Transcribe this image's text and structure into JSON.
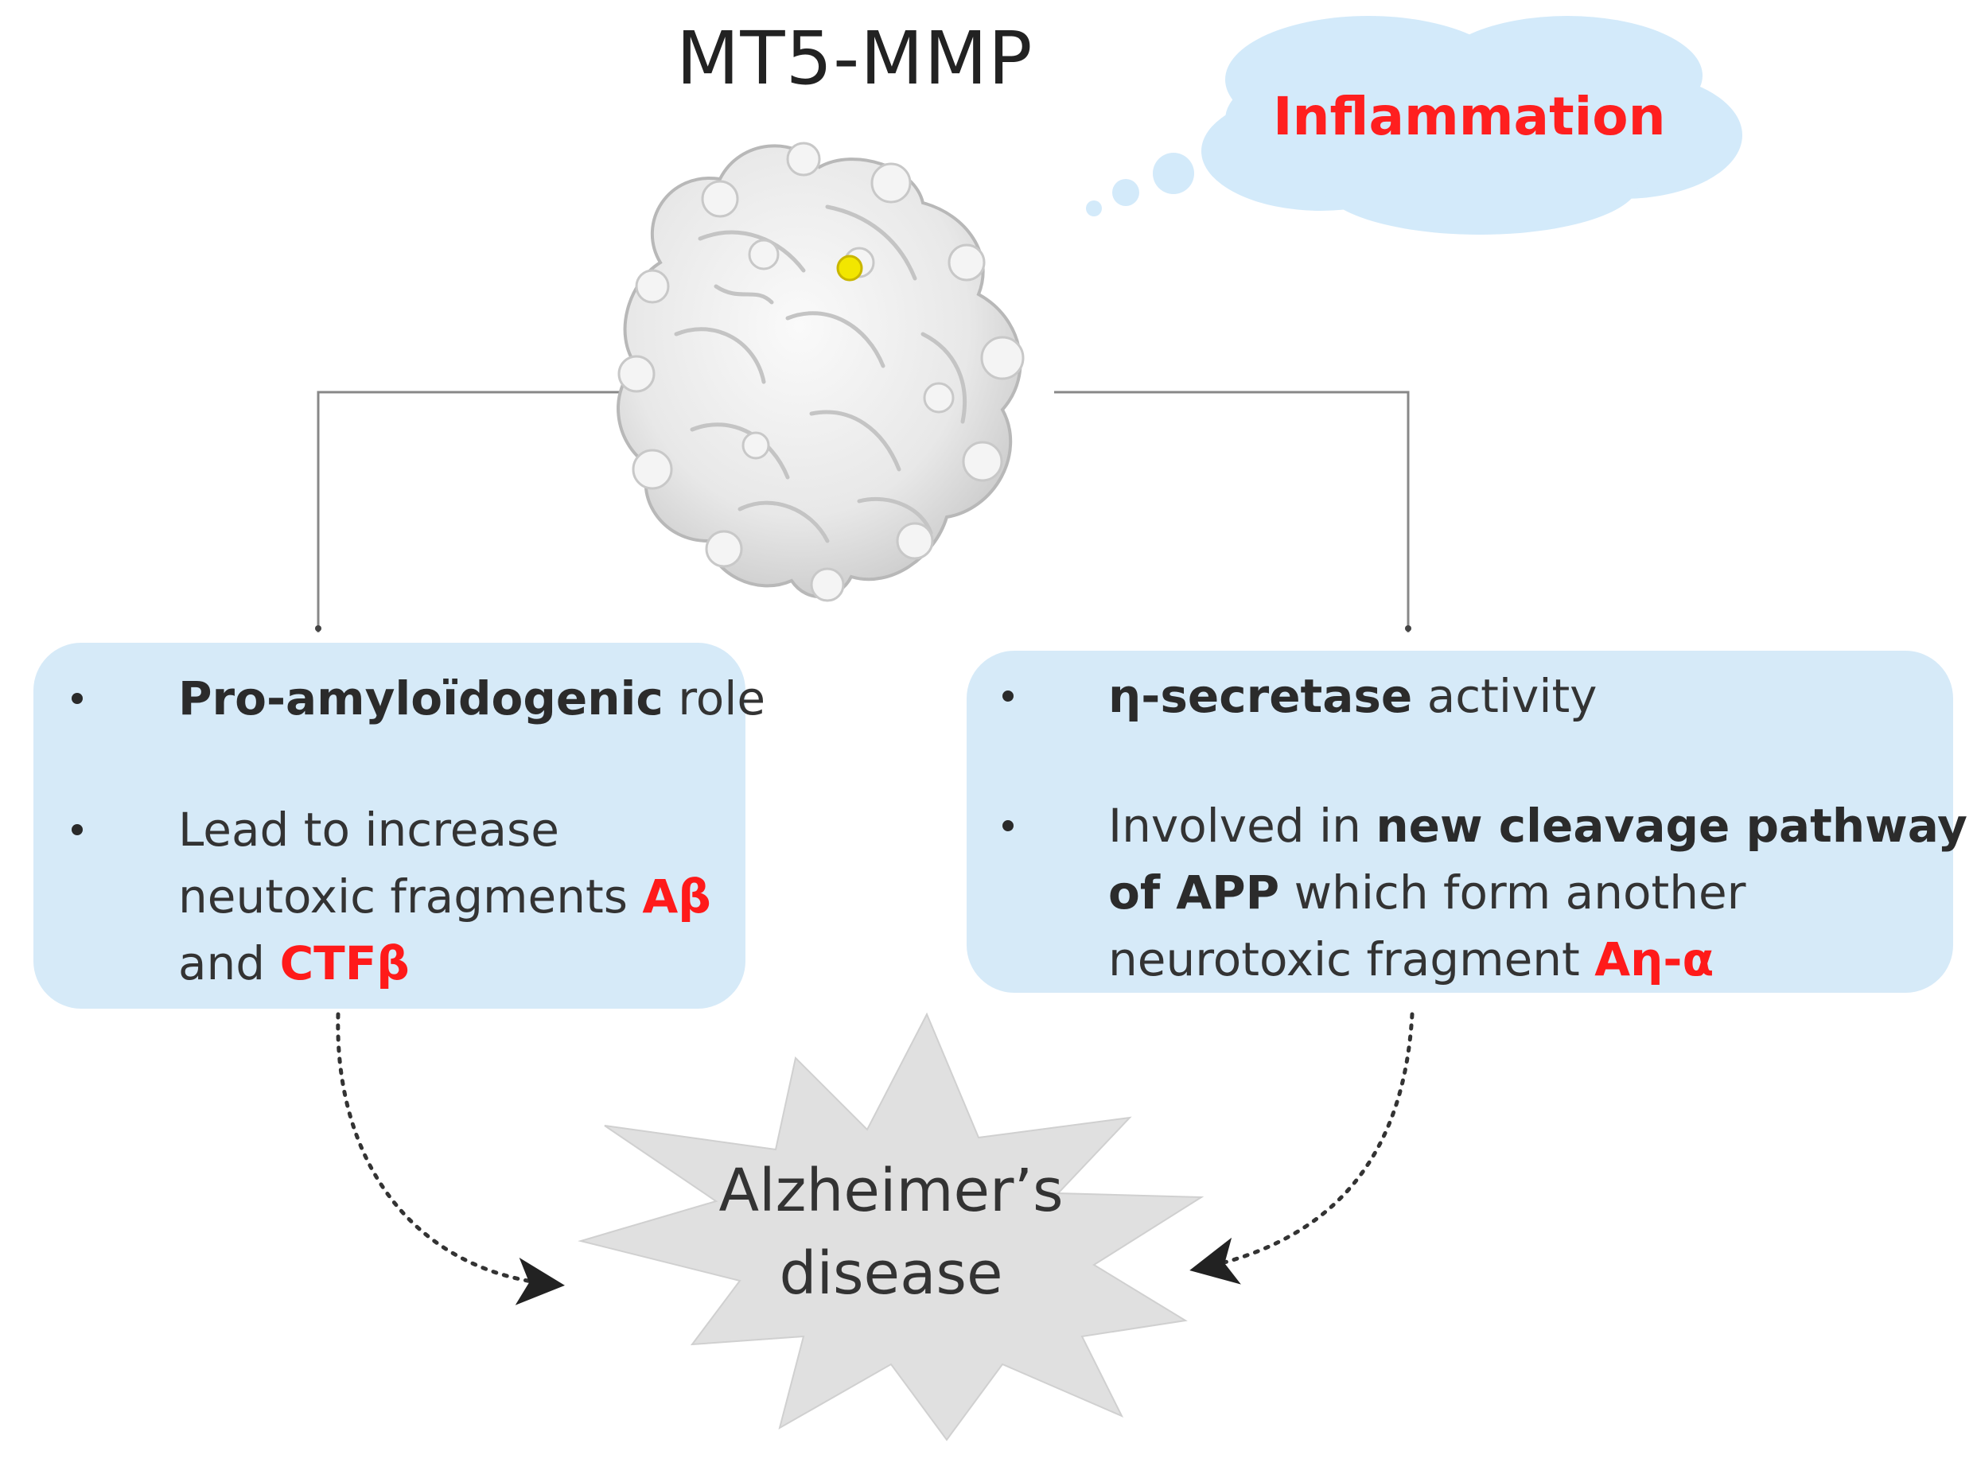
{
  "title": "MT5-MMP",
  "thought_bubble": "Inflammation",
  "left_box": {
    "bullet1_bold": "Pro-amyloïdogenic",
    "bullet1_rest": " role",
    "bullet2_line1": "Lead to increase",
    "bullet2_line2": "neutoxic fragments ",
    "bullet2_red1": "Aβ",
    "bullet2_line3": "and ",
    "bullet2_red2": "CTFβ"
  },
  "right_box": {
    "bullet1_bold": "η-secretase",
    "bullet1_rest": " activity",
    "bullet2_line1_pre": "Involved in ",
    "bullet2_line1_bold": "new cleavage pathway",
    "bullet2_line2_bold": "of APP",
    "bullet2_line2_rest": " which form another",
    "bullet2_line3": "neurotoxic fragment ",
    "bullet2_red": "Aη-α"
  },
  "outcome": {
    "line1": "Alzheimer’s",
    "line2": "disease"
  },
  "colors": {
    "box_fill": "#d6eaf8",
    "cloud_fill": "#d3eafa",
    "highlight_red": "#ff1a1a",
    "star_fill": "#e0e0e0",
    "zinc_ion": "#f2e600"
  },
  "icons": {
    "protein": "protein-surface-icon",
    "cloud": "thought-cloud-icon",
    "burst": "starburst-icon"
  }
}
